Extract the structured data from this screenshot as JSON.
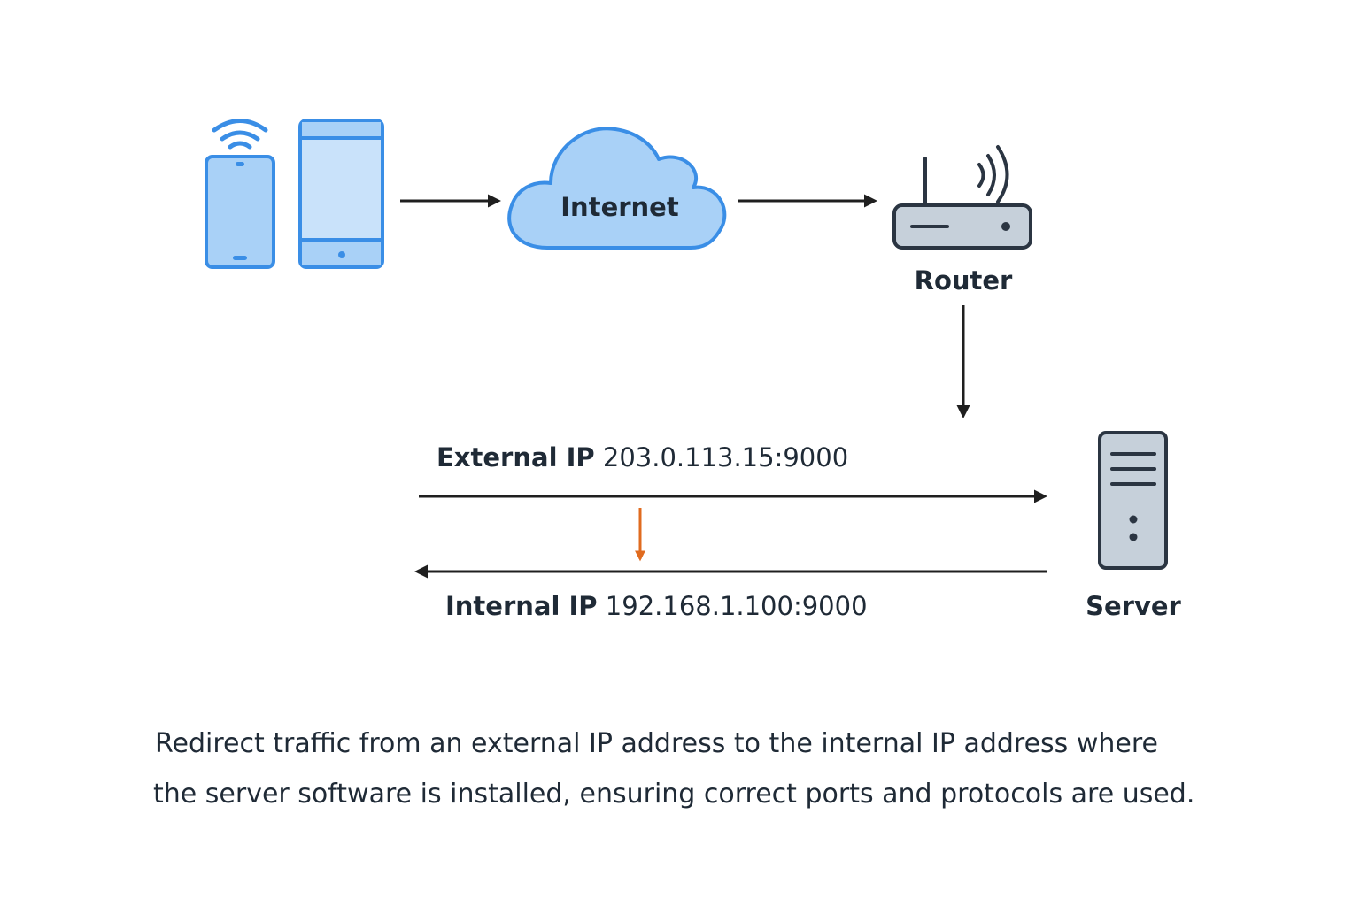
{
  "nodes": {
    "internet": {
      "label": "Internet"
    },
    "router": {
      "label": "Router"
    },
    "server": {
      "label": "Server"
    }
  },
  "connections": {
    "external": {
      "kind": "External IP",
      "address": "203.0.113.15:9000"
    },
    "internal": {
      "kind": "Internal IP",
      "address": "192.168.1.100:9000"
    }
  },
  "caption": {
    "line1": "Redirect traffic from an external IP address to the internal IP address where",
    "line2": "the server software is installed, ensuring correct ports and protocols are used."
  },
  "icons": {
    "devices": "phone-tablet-wifi-icon",
    "internet": "cloud-icon",
    "router": "router-icon",
    "server": "server-tower-icon"
  },
  "colors": {
    "device_blue": "#3a8ee6",
    "device_fill": "#a9d1f7",
    "cloud_fill": "#a9d1f7",
    "cloud_stroke": "#3a8ee6",
    "hardware_fill": "#c6d0da",
    "hardware_stroke": "#2b3542",
    "arrow": "#1f1f1f",
    "redirect_arrow": "#e06b1f"
  }
}
